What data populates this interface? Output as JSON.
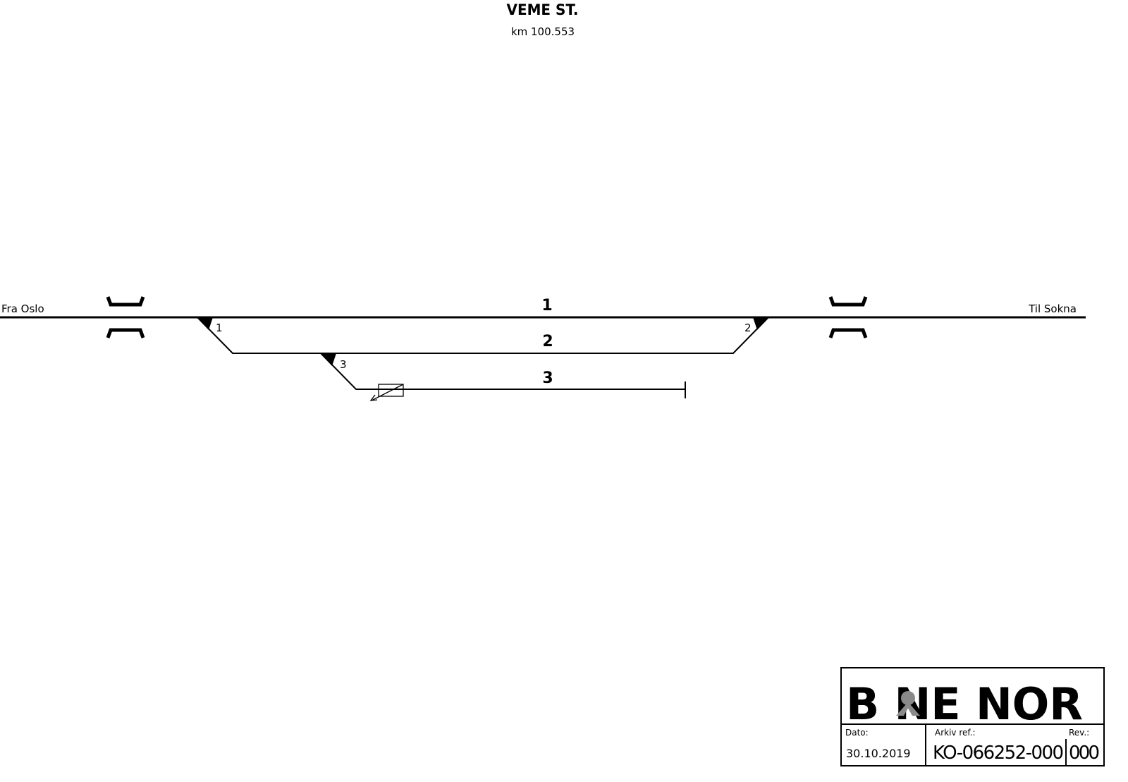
{
  "title": "VEME ST.",
  "subtitle": "km 100.553",
  "directions": {
    "left": "Fra Oslo",
    "right": "Til Sokna"
  },
  "tracks": [
    {
      "label": "1"
    },
    {
      "label": "2"
    },
    {
      "label": "3"
    }
  ],
  "switches": [
    {
      "label": "1"
    },
    {
      "label": "2"
    },
    {
      "label": "3"
    }
  ],
  "title_block": {
    "logo": "BANE NOR",
    "date_label": "Dato:",
    "date": "30.10.2019",
    "archive_label": "Arkiv ref.:",
    "archive_ref": "KO-066252-000",
    "rev_label": "Rev.:",
    "rev": "000"
  },
  "colors": {
    "line": "#000000",
    "logo": "#8a8a8a"
  }
}
